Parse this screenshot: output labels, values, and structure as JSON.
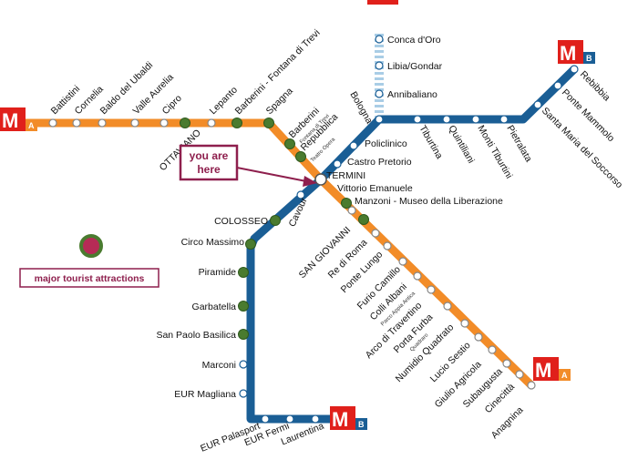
{
  "colors": {
    "line_a": "#f28c28",
    "line_b": "#1a5e95",
    "line_b1": "#a9cde6",
    "logo_red": "#e0201b",
    "attraction_fill": "#b62b56",
    "attraction_ring": "#4a7b2f",
    "callout": "#8e1f4d"
  },
  "logos": {
    "a_west": {
      "m": "M",
      "letter": "A"
    },
    "a_east": {
      "m": "M",
      "letter": "A"
    },
    "b_north": {
      "m": "M",
      "letter": "B"
    },
    "b_south": {
      "m": "M",
      "letter": "B"
    }
  },
  "stations": {
    "battistini": "Battistini",
    "cornelia": "Cornelia",
    "baldo": "Baldo del Ubaldi",
    "valle_aurelia": "Valle Aurelia",
    "cipro": "Cipro",
    "ottaviano": "OTTAVIANO",
    "lepanto": "Lepanto",
    "barberini_top": "Barberini - Fontana di Trevi",
    "spagna": "Spagna",
    "barberini": "Barberini",
    "barberini_sub": "Fontana di Trevi",
    "repubblica": "Repubblica",
    "repubblica_sub": "Teatro Opera",
    "termini": "TERMINI",
    "vittorio": "Vittorio Emanuele",
    "manzoni": "Manzoni - Museo della Liberazione",
    "san_giovanni": "SAN GIOVANNI",
    "re_di_roma": "Re di Roma",
    "ponte_lungo": "Ponte Lungo",
    "furio": "Furio Camillo",
    "colli": "Colli Albani",
    "colli_sub": "Parco Appia Antica",
    "arco": "Arco di Travertino",
    "porta_furba": "Porta Furba",
    "porta_furba_sub": "Quadraro",
    "numidio": "Numidio Quadrato",
    "lucio": "Lucio Sestio",
    "giulio": "Giulio Agricola",
    "subaugusta": "Subaugusta",
    "cinecitta": "Cinecittà",
    "anagnina": "Anagnina",
    "conca": "Conca d'Oro",
    "libia": "Libia/Gondar",
    "annibaliano": "Annibaliano",
    "bologna": "Bologna",
    "policlinico": "Policlinico",
    "castro": "Castro Pretorio",
    "tiburtina": "Tiburtina",
    "quintiliani": "Quintiliani",
    "monti": "Monti Tiburtini",
    "pietralata": "Pietralata",
    "santa_maria": "Santa Maria del Soccorso",
    "ponte_mammolo": "Ponte Mammolo",
    "rebibbia": "Rebibbia",
    "cavour": "Cavour",
    "colosseo": "COLOSSEO",
    "circo": "Circo Massimo",
    "piramide": "Piramide",
    "garbatella": "Garbatella",
    "san_paolo": "San Paolo Basilica",
    "marconi": "Marconi",
    "eur_magliana": "EUR Magliana",
    "eur_palasport": "EUR Palasport",
    "eur_fermi": "EUR Fermi",
    "laurentina": "Laurentina"
  },
  "callout": {
    "line1": "you are",
    "line2": "here"
  },
  "legend": {
    "label": "major tourist attractions"
  }
}
